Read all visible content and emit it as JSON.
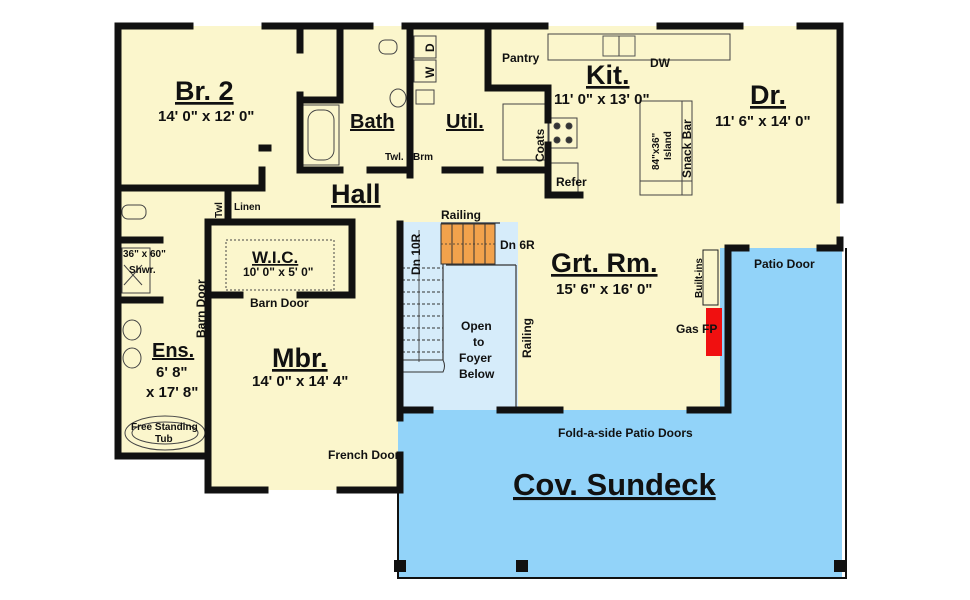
{
  "plan": {
    "colors": {
      "floor": "#FBF6CC",
      "deck": "#92D3F9",
      "foyer": "#D6ECFA",
      "stairs_orange": "#F2A24C",
      "fireplace": "#F01010",
      "wall": "#111111"
    },
    "rooms": {
      "br2": {
        "name": "Br. 2",
        "dims": "14' 0\" x 12' 0\""
      },
      "bath": {
        "name": "Bath"
      },
      "util": {
        "name": "Util."
      },
      "kit": {
        "name": "Kit.",
        "dims": "11' 0\" x 13' 0\""
      },
      "dr": {
        "name": "Dr.",
        "dims": "11' 6\" x 14' 0\""
      },
      "hall": {
        "name": "Hall"
      },
      "wic": {
        "name": "W.I.C.",
        "dims": "10' 0\" x 5' 0\""
      },
      "ens": {
        "name": "Ens.",
        "dims_line1": "6' 8\"",
        "dims_line2": "x 17' 8\""
      },
      "mbr": {
        "name": "Mbr.",
        "dims": "14' 0\" x 14' 4\""
      },
      "grt": {
        "name": "Grt. Rm.",
        "dims": "15' 6\" x 16' 0\""
      },
      "sundeck": {
        "name": "Cov. Sundeck"
      }
    },
    "labels": {
      "pantry": "Pantry",
      "dw": "DW",
      "coats": "Coats",
      "refer": "Refer",
      "island": "84\"x36\"",
      "island2": "Island",
      "snack_bar": "Snack Bar",
      "dryer": "D",
      "washer": "W",
      "twl_bath": "Twl.",
      "brm": "Brm",
      "twl_ens": "Twl",
      "linen": "Linen",
      "shower1": "36\" x 60\"",
      "shower2": "Shwr.",
      "barn_door_wic": "Barn Door",
      "barn_door_ens": "Barn Door",
      "tub1": "Free Standing",
      "tub2": "Tub",
      "railing_top": "Railing",
      "railing_side": "Railing",
      "dn_6r": "Dn 6R",
      "dn_10r": "Dn 10R",
      "open1": "Open",
      "open2": "to",
      "open3": "Foyer",
      "open4": "Below",
      "built_ins": "Built-ins",
      "gas_fp": "Gas FP",
      "patio_door": "Patio Door",
      "fold_doors": "Fold-a-side Patio Doors",
      "french_door": "French Door"
    }
  }
}
